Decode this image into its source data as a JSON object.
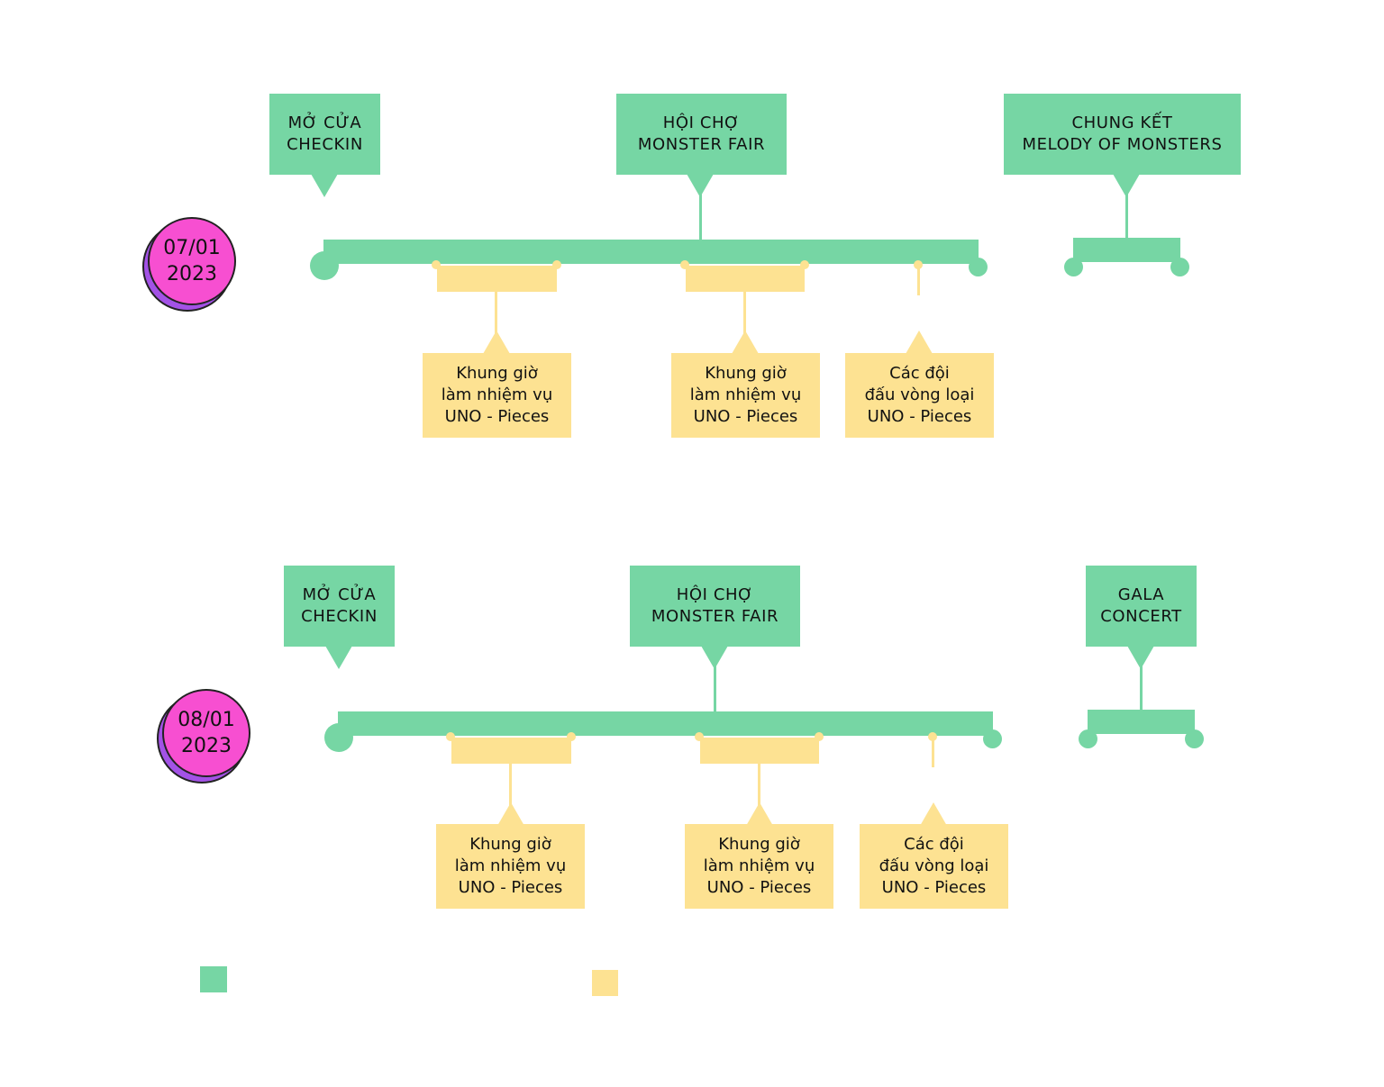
{
  "colors": {
    "green": "#76d6a4",
    "yellow": "#fde292",
    "pink": "#f74fd1",
    "purple": "#a352e6"
  },
  "day1": {
    "date": "07/01\n2023",
    "events": {
      "checkin": "MỞ CỬA\nCHECKIN",
      "fair": "HỘI CHỢ\nMONSTER FAIR",
      "final": "CHUNG KẾT\nMELODY OF MONSTERS"
    },
    "activities": {
      "mission1": "Khung giờ\nlàm nhiệm vụ\nUNO - Pieces",
      "mission2": "Khung giờ\nlàm nhiệm vụ\nUNO - Pieces",
      "qualifier": "Các đội\nđấu vòng loại\nUNO - Pieces"
    }
  },
  "day2": {
    "date": "08/01\n2023",
    "events": {
      "checkin": "MỞ CỬA\nCHECKIN",
      "fair": "HỘI CHỢ\nMONSTER FAIR",
      "gala": "GALA\nCONCERT"
    },
    "activities": {
      "mission1": "Khung giờ\nlàm nhiệm vụ\nUNO - Pieces",
      "mission2": "Khung giờ\nlàm nhiệm vụ\nUNO - Pieces",
      "qualifier": "Các đội\nđấu vòng loại\nUNO - Pieces"
    }
  }
}
